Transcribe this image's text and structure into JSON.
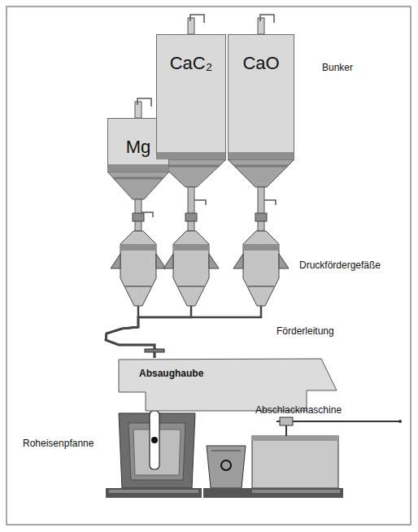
{
  "diagram": {
    "nodes": [
      {
        "text": [
          "Mg"
        ]
      },
      {
        "text": [
          "CaC₂"
        ]
      },
      {
        "text": [
          "CaO"
        ]
      },
      {
        "text": [
          "Absaughaube"
        ]
      }
    ],
    "edges": [
      {
        "from": 0,
        "to": 3,
        "arrow": "none"
      },
      {
        "from": 1,
        "to": 3,
        "arrow": "none"
      },
      {
        "from": 2,
        "to": 3,
        "arrow": "none"
      }
    ],
    "labels": [
      "Bunker",
      "Druckfördergefäße",
      "Förderleitung",
      "Abschlackmaschine",
      "Roheisenpfanne"
    ]
  }
}
